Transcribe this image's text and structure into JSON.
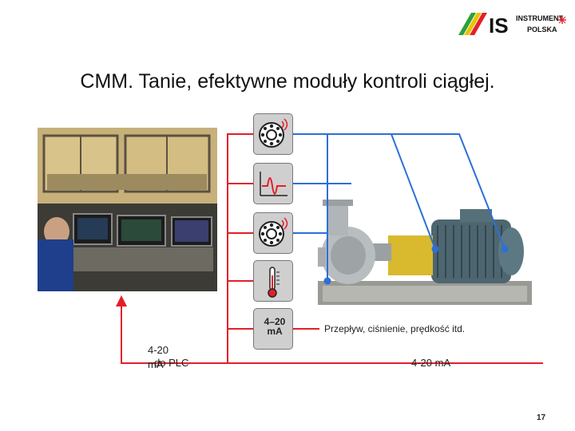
{
  "logo": {
    "brand": "IS",
    "line1": "INSTRUMENT",
    "line2": "POLSKA"
  },
  "title": "CMM. Tanie, efektywne moduły kontroli ciągłej.",
  "modules": [
    {
      "icon": "vibration-sensor-icon"
    },
    {
      "icon": "waveform-icon"
    },
    {
      "icon": "vibration-sensor-icon"
    },
    {
      "icon": "thermometer-icon"
    },
    {
      "icon": "current-loop-icon",
      "text": "4–20 mA"
    }
  ],
  "labels": {
    "left_420": "4-20",
    "left_ma": "mA",
    "left_plc": "do PLC",
    "mid_ma": "4-20 mA",
    "flow": "Przepływ, ciśnienie, prędkość itd."
  },
  "page_number": "17",
  "colors": {
    "line_red": "#e2202a",
    "line_blue": "#2e6fd6",
    "accent_yellow": "#e8c400",
    "accent_green": "#2aa03a"
  }
}
